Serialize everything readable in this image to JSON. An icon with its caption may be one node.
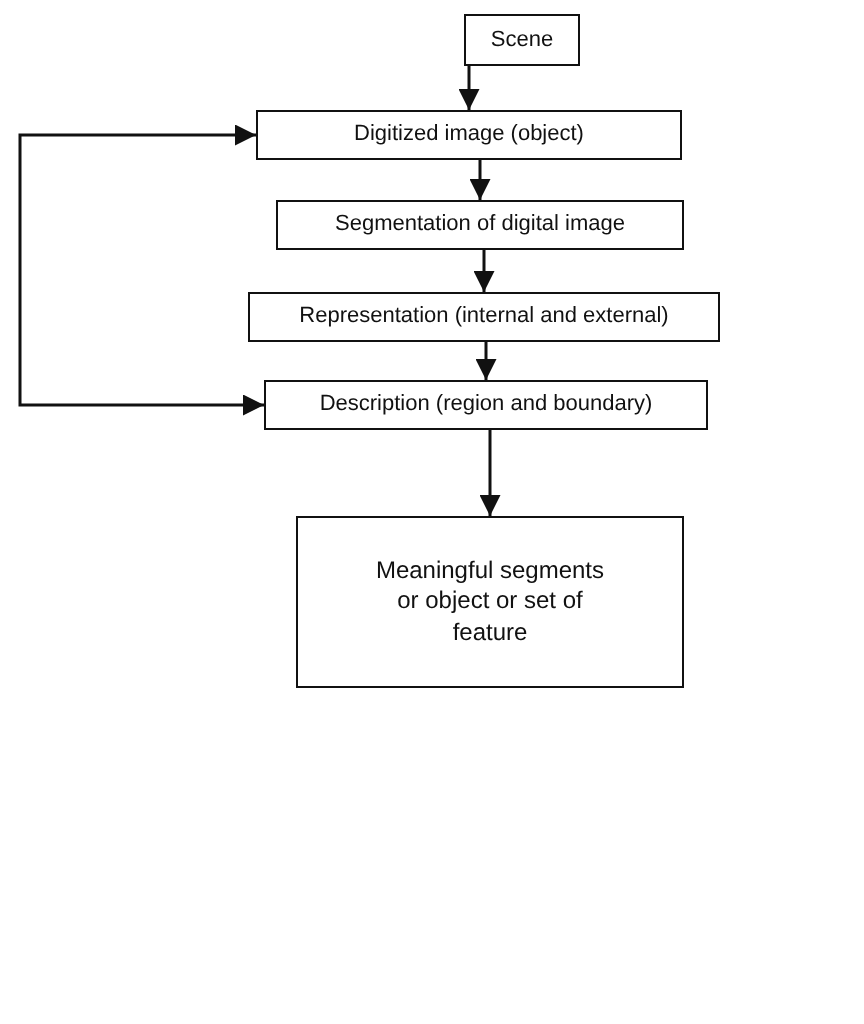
{
  "diagram": {
    "nodes": [
      {
        "text": [
          "Scene"
        ]
      },
      {
        "text": [
          "Digitized image (object)"
        ]
      },
      {
        "text": [
          "Segmentation of digital image"
        ]
      },
      {
        "text": [
          "Representation (internal and external)"
        ]
      },
      {
        "text": [
          "Description (region and boundary)"
        ]
      },
      {
        "text": [
          "Meaningful segments or object or set of feature"
        ]
      }
    ],
    "edges": [
      {
        "from": 0,
        "to": 1,
        "arrow": "to"
      },
      {
        "from": 1,
        "to": 2,
        "arrow": "to"
      },
      {
        "from": 2,
        "to": 3,
        "arrow": "to"
      },
      {
        "from": 3,
        "to": 4,
        "arrow": "to"
      },
      {
        "from": 4,
        "to": 5,
        "arrow": "to"
      },
      {
        "from": 1,
        "to": 4,
        "arrow": "both"
      }
    ]
  }
}
